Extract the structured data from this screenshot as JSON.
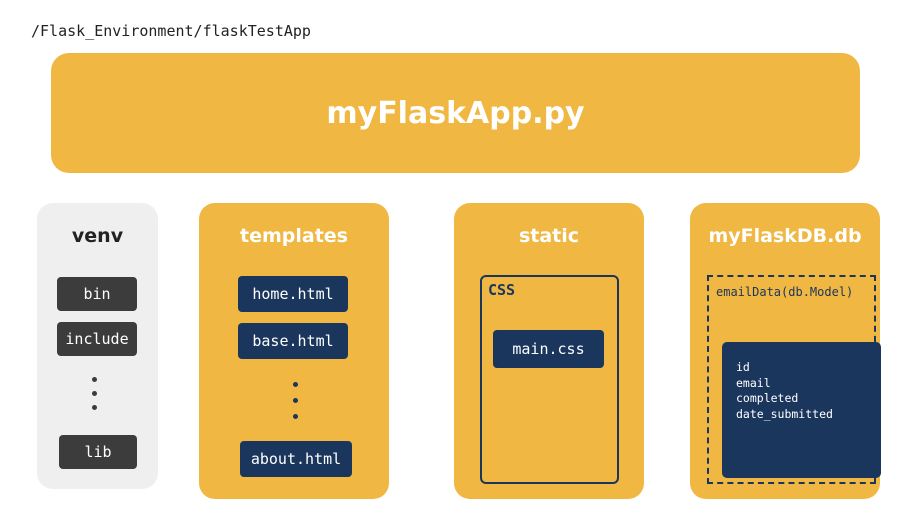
{
  "path": "/Flask_Environment/flaskTestApp",
  "app": {
    "title": "myFlaskApp.py"
  },
  "colors": {
    "accent": "#f0b742",
    "dark": "#1b365d",
    "venv_bg": "#efefef",
    "venv_item": "#3c3c3c"
  },
  "venv": {
    "title": "venv",
    "items": [
      "bin",
      "include",
      "lib"
    ]
  },
  "templates": {
    "title": "templates",
    "items": [
      "home.html",
      "base.html",
      "about.html"
    ]
  },
  "static": {
    "title": "static",
    "folder": "CSS",
    "file": "main.css"
  },
  "db": {
    "title": "myFlaskDB.db",
    "model": "emailData(db.Model)",
    "fields": [
      "id",
      "email",
      "completed",
      "date_submitted"
    ]
  }
}
